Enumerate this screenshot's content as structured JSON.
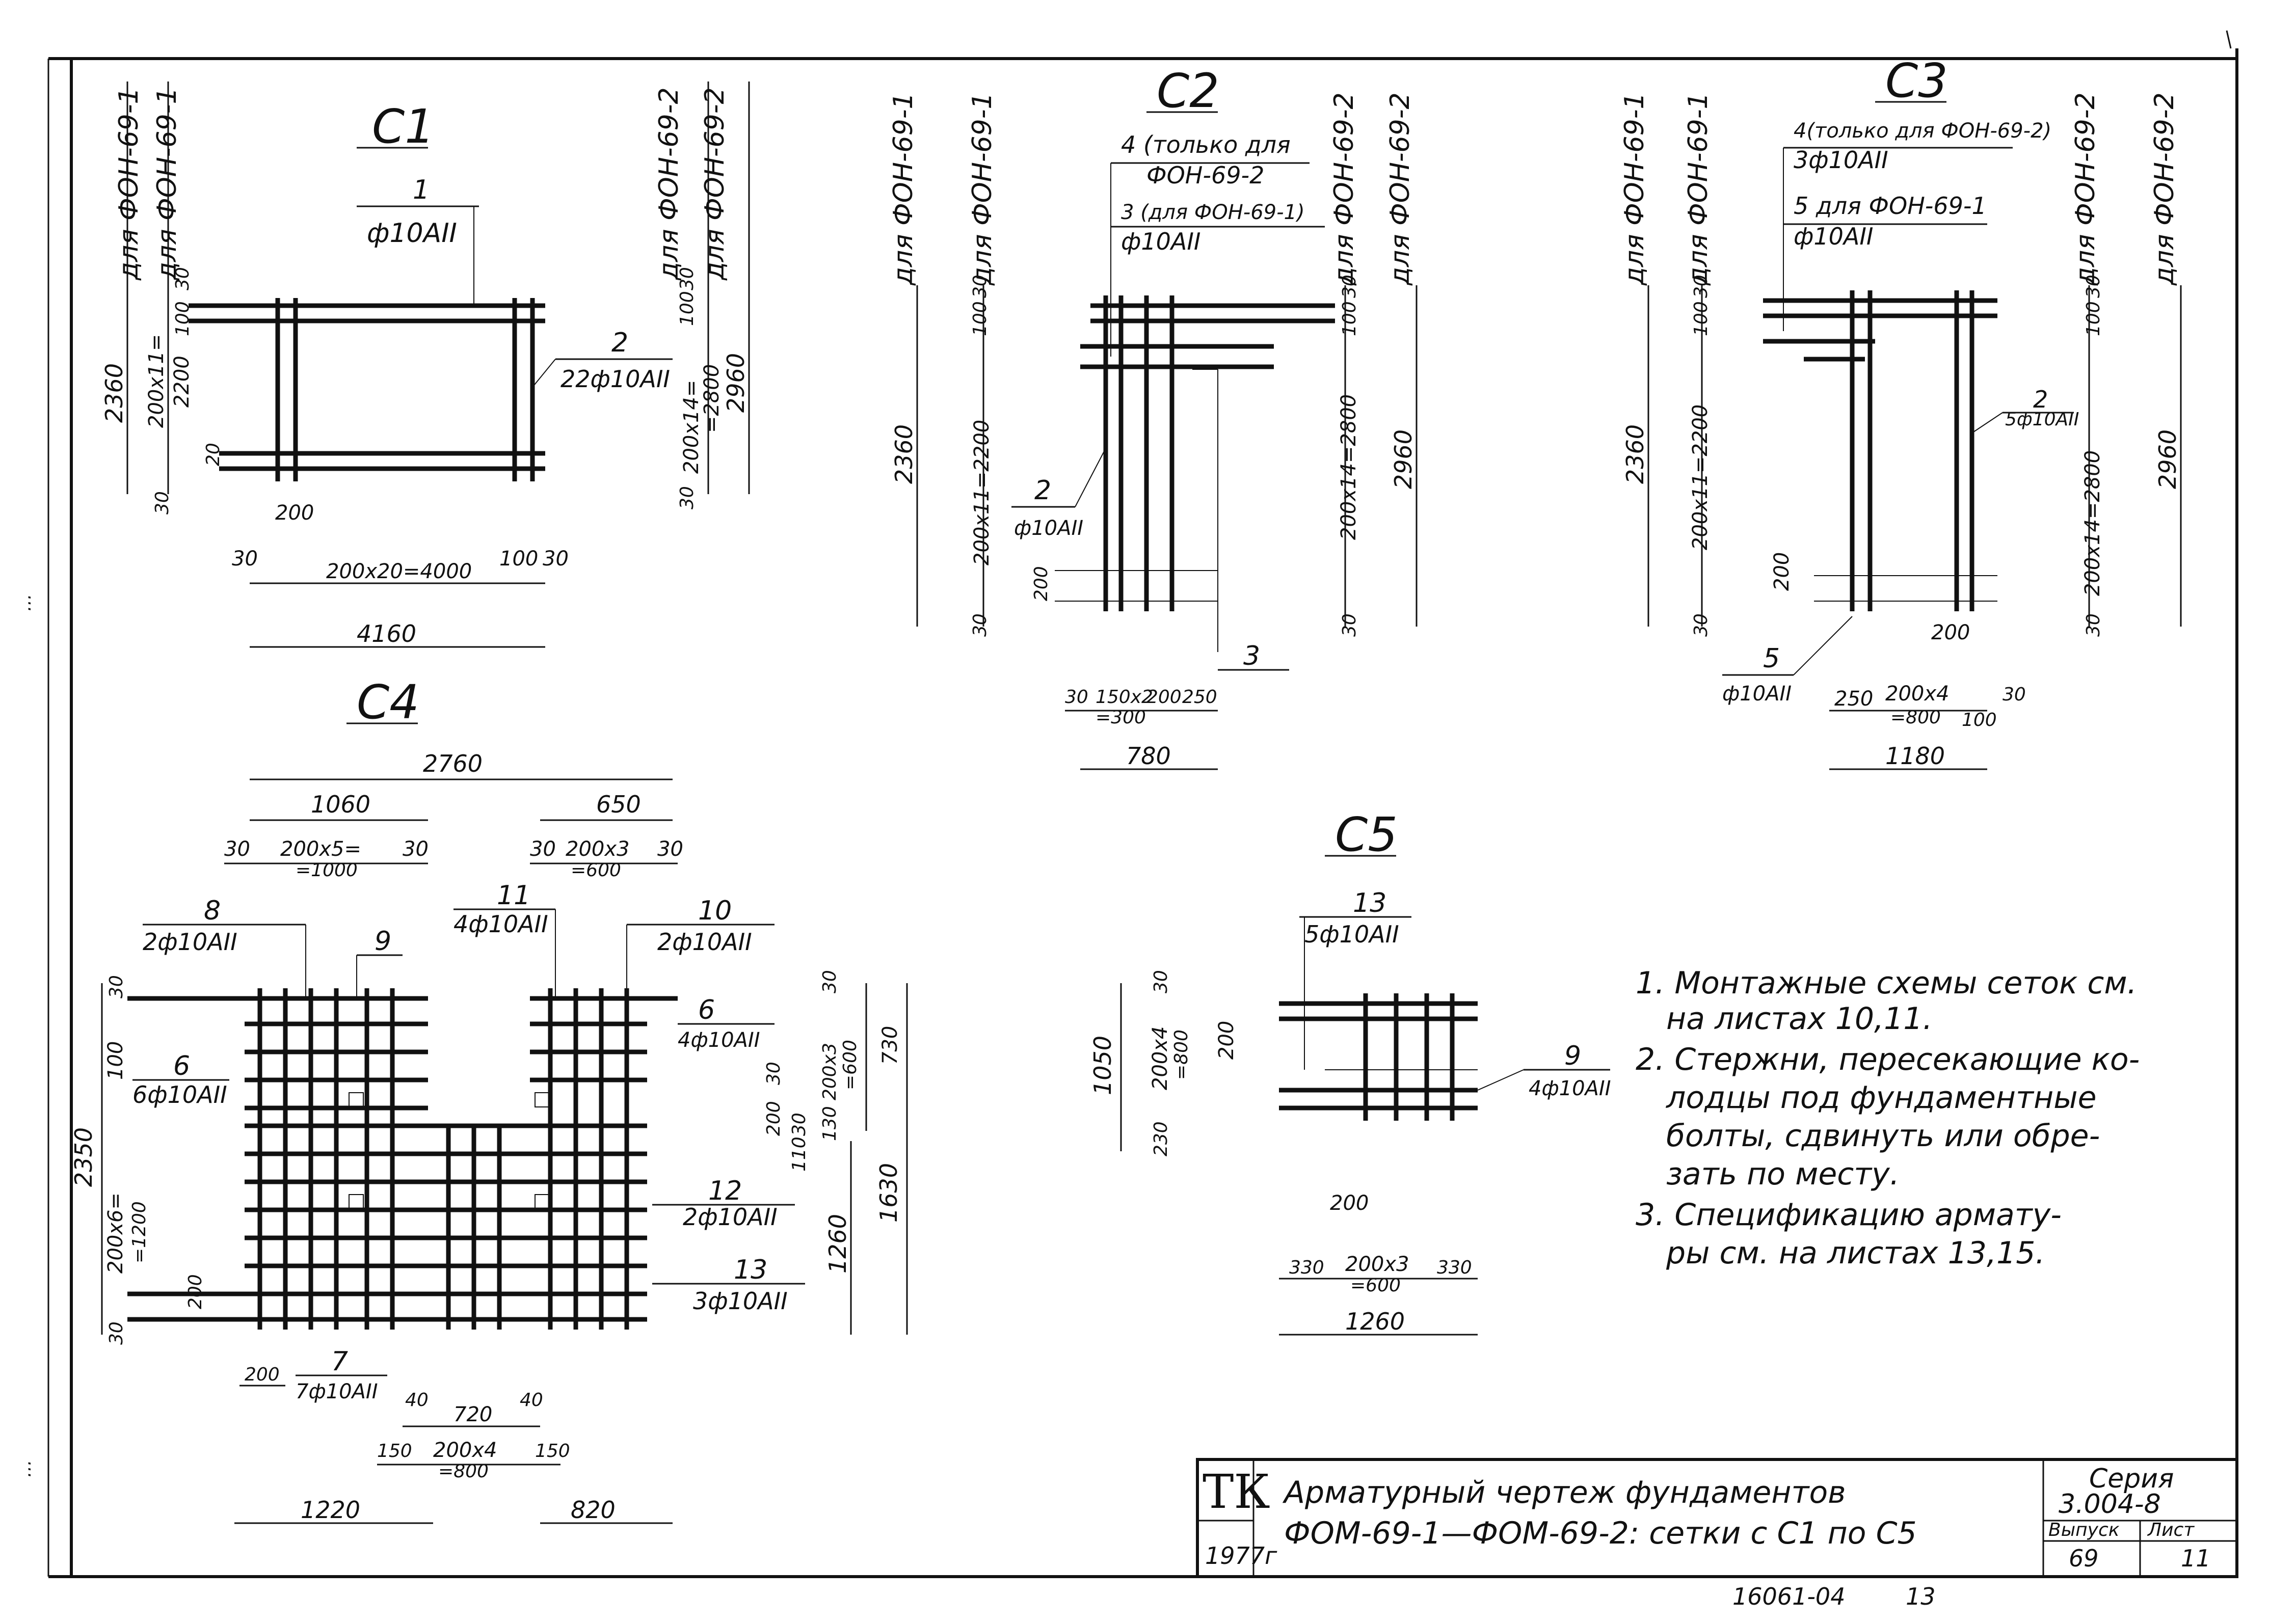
{
  "sheet": {
    "stamp": "ТК",
    "year": "1977г",
    "title_line1": "Арматурный чертеж фундаментов",
    "title_line2": "ФОМ-69-1—ФОМ-69-2: сетки с С1 по С5",
    "series_label": "Серия",
    "series_value": "3.004-8",
    "issue_label": "Выпуск",
    "sheet_label": "Лист",
    "issue_value": "69",
    "sheet_value": "11",
    "footer_code": "16061-04",
    "footer_page": "13",
    "side_text_top": "...",
    "side_text_bottom": "..."
  },
  "c1": {
    "title": "С1",
    "top_left_1": "для ФОН-69-1",
    "top_left_2": "для ФОН-69-1",
    "top_right_1": "для ФОН-69-2",
    "top_right_2": "для ФОН-69-2",
    "mark1_num": "1",
    "mark1_spec": "ф10АII",
    "mark2_num": "2",
    "mark2_spec": "22ф10АII",
    "d_2360": "2360",
    "d_200x11": "200х11=",
    "d_2200": "2200",
    "d_30": "30",
    "d_100": "100",
    "d_20": "20",
    "d_200": "200",
    "d_30b": "30",
    "d_200x20": "200х20=4000",
    "d_100b": "100",
    "d_30c": "30",
    "d_4160": "4160",
    "d_200x14": "200х14=",
    "d_2800": "=2800",
    "d_2960": "2960",
    "d_100c": "100",
    "d_30d": "30",
    "d_30e": "30"
  },
  "c2": {
    "title": "С2",
    "top_left_1": "для ФОН-69-1",
    "top_left_2": "для ФОН-69-1",
    "top_right_1": "для ФОН-69-2",
    "top_right_2": "для ФОН-69-2",
    "note1": "4 (только для",
    "note2": "ФОН-69-2",
    "note3": "3 (для ФОН-69-1)",
    "note4": "ф10АII",
    "mark2_num": "2",
    "mark2_spec": "ф10АII",
    "mark3": "3",
    "d_2360": "2360",
    "d_200x11": "200х11=2200",
    "d_100": "100",
    "d_30": "30",
    "d_200": "200",
    "d_30b": "30",
    "d_200x14": "200х14=2800",
    "d_2960": "2960",
    "d_100b": "100",
    "d_30c": "30",
    "d_30d": "30",
    "d_30e": "30",
    "d_150x2": "150х2",
    "d_300": "=300",
    "d_200b": "200",
    "d_250": "250",
    "d_780": "780"
  },
  "c3": {
    "title": "С3",
    "top_left_1": "для ФОН-69-1",
    "top_left_2": "для ФОН-69-1",
    "top_right_1": "для ФОН-69-2",
    "top_right_2": "для ФОН-69-2",
    "note1": "4(только для ФОН-69-2)",
    "note2": "3ф10АII",
    "note3": "5 для ФОН-69-1",
    "note4": "ф10АII",
    "mark2_num": "2",
    "mark2_spec": "5ф10АII",
    "mark5_num": "5",
    "mark5_spec": "ф10АII",
    "d_2360": "2360",
    "d_200x11": "200х11=2200",
    "d_100": "100",
    "d_30": "30",
    "d_200": "200",
    "d_30b": "30",
    "d_200x14": "200х14=2800",
    "d_2960": "2960",
    "d_100b": "100",
    "d_30c": "30",
    "d_30d": "30",
    "d_200b": "200",
    "d_250": "250",
    "d_200x4": "200х4",
    "d_800": "=800",
    "d_100c": "100",
    "d_30e": "30",
    "d_1180": "1180"
  },
  "c4": {
    "title": "С4",
    "d_2760": "2760",
    "d_1060": "1060",
    "d_650": "650",
    "d_30a": "30",
    "d_200x5": "200х5=",
    "d_1000": "=1000",
    "d_30b": "30",
    "d_30c": "30",
    "d_200x3": "200х3",
    "d_600": "=600",
    "d_30d": "30",
    "m8_num": "8",
    "m8_spec": "2ф10АII",
    "m9": "9",
    "m11_num": "11",
    "m11_spec": "4ф10АII",
    "m10_num": "10",
    "m10_spec": "2ф10АII",
    "m6_num": "6",
    "m6_spec": "6ф10АII",
    "m6b_num": "6",
    "m6b_spec": "4ф10АII",
    "m12_num": "12",
    "m12_spec": "2ф10АII",
    "m13_num": "13",
    "m13_spec": "3ф10АII",
    "m7_num": "7",
    "m7_spec": "7ф10АII",
    "d_100": "100",
    "d_2350": "2350",
    "d_200x6": "200х6=",
    "d_1200": "=1200",
    "d_200": "200",
    "d_30e": "30",
    "d_30f": "30",
    "d_200x3b": "200х3",
    "d_600b": "=600",
    "d_730": "730",
    "d_30g": "30",
    "d_30h": "30",
    "d_200c": "200",
    "d_30i": "30",
    "d_130": "130",
    "d_110": "110",
    "d_1260": "1260",
    "d_1630": "1630",
    "d_200d": "200",
    "d_40a": "40",
    "d_720": "720",
    "d_40b": "40",
    "d_150a": "150",
    "d_200x4": "200х4",
    "d_800": "=800",
    "d_150b": "150",
    "d_1220": "1220",
    "d_820": "820"
  },
  "c5": {
    "title": "С5",
    "m13_num": "13",
    "m13_spec": "5ф10АII",
    "m9_num": "9",
    "m9_spec": "4ф10АII",
    "d_1050": "1050",
    "d_200x4": "200х4",
    "d_800": "=800",
    "d_30a": "30",
    "d_230": "230",
    "d_200": "200",
    "d_200b": "200",
    "d_330a": "330",
    "d_200x3": "200х3",
    "d_600": "=600",
    "d_330b": "330",
    "d_1260": "1260"
  },
  "notes": [
    "1. Монтажные схемы сеток см.",
    "на листах 10,11.",
    "2. Стержни, пересекающие ко-",
    "лодцы под фундаментные",
    "болты, сдвинуть или обре-",
    "зать по месту.",
    "3. Спецификацию армату-",
    "ры см. на листах 13,15."
  ]
}
